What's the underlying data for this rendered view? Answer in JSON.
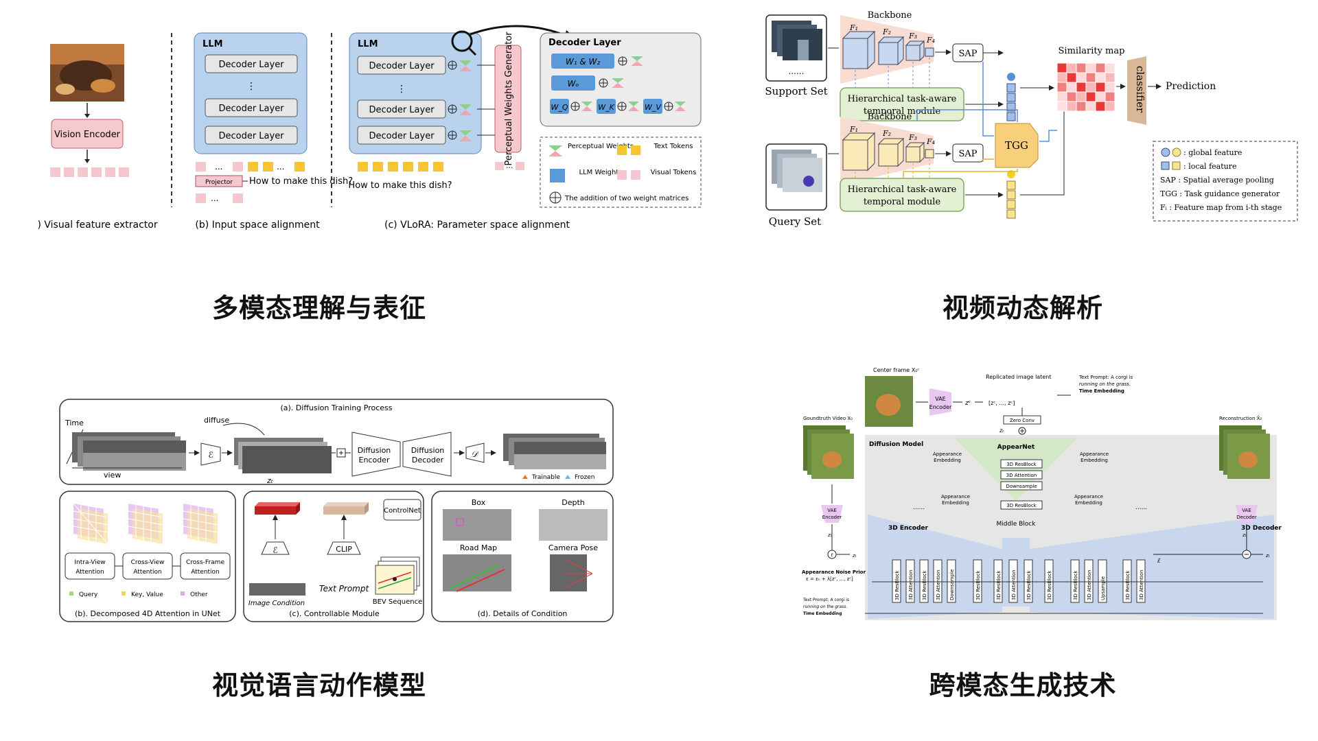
{
  "captions": {
    "top_left": "多模态理解与表征",
    "top_right": "视频动态解析",
    "bottom_left": "视觉语言动作模型",
    "bottom_right": "跨模态生成技术"
  },
  "vlora": {
    "vision_encoder": "Vision Encoder",
    "cap_a": "(a) Visual feature extractor",
    "cap_b": "(b) Input space alignment",
    "cap_c": "(c) VLoRA: Parameter space alignment",
    "llm": "LLM",
    "decoder_layer": "Decoder Layer",
    "ellipsis": "...",
    "vdots": "⋮",
    "projector": "Projector",
    "question_b": "How to make this dish?",
    "question_c": "How to make this dish?",
    "pwg": "Perceptual Weights Generator",
    "w1w2": "W₁ & W₂",
    "wo": "Wₒ",
    "wq": "W_Q",
    "wk": "W_K",
    "wv": "W_V",
    "legend_perceptual": "Perceptual Weights",
    "legend_llm": "LLM Weights",
    "legend_text": "Text Tokens",
    "legend_visual": "Visual Tokens",
    "legend_addition": "The addition of two weight matrices"
  },
  "video": {
    "backbone1": "Backbone",
    "backbone2": "Backbone",
    "f1": "F₁",
    "f2": "F₂",
    "f3": "F₃",
    "f4": "F₄",
    "sap1": "SAP",
    "sap2": "SAP",
    "htm1_l1": "Hierarchical task-aware",
    "htm1_l2": "temporal module",
    "htm2_l1": "Hierarchical task-aware",
    "htm2_l2": "temporal module",
    "support_set": "Support Set",
    "query_set": "Query Set",
    "dots": "......",
    "tgg": "TGG",
    "similarity_map": "Similarity map",
    "classifier": "classifier",
    "prediction": "Prediction",
    "leg_global": ": global feature",
    "leg_local": ": local feature",
    "leg_sap": "SAP : Spatial average pooling",
    "leg_tgg": "TGG : Task guidance generator",
    "leg_fi": "Fᵢ : Feature map from i-th stage"
  },
  "diffusion": {
    "train_title": "(a). Diffusion Training Process",
    "time": "Time",
    "view": "view",
    "diffuse": "diffuse",
    "enc_sym": "ℰ",
    "dec_sym": "𝒟",
    "zt": "zₜ",
    "diff_enc_1": "Diffusion",
    "diff_enc_2": "Encoder",
    "diff_dec_1": "Diffusion",
    "diff_dec_2": "Decoder",
    "trainable": "Trainable",
    "frozen": "Frozen",
    "intra_1": "Intra-View",
    "intra_2": "Attention",
    "cross_1": "Cross-View",
    "cross_2": "Attention",
    "frame_1": "Cross-Frame",
    "frame_2": "Attention",
    "query": "Query",
    "keyvalue": "Key, Value",
    "other": "Other",
    "cap_b": "(b). Decomposed 4D Attention in UNet",
    "clip": "CLIP",
    "controlnet": "ControlNet",
    "text_prompt": "Text Prompt",
    "bev": "BEV Sequence",
    "image_cond": "Image Condition",
    "cap_c": "(c). Controllable Module",
    "box": "Box",
    "depth": "Depth",
    "road_map": "Road Map",
    "camera_pose": "Camera Pose",
    "cap_d": "(d). Details of Condition"
  },
  "gen": {
    "center_frame": "Center frame X₀ᶜ",
    "vae_enc_1": "VAE",
    "vae_enc_2": "Encoder",
    "zc": "zᶜ",
    "replicated": "Replicated image latent",
    "replicated_val": "[zᶜ, ..., zᶜ]",
    "text_prompt_a": "Text Prompt: A corgi is",
    "text_prompt_b": "running on the grass.",
    "time_emb": "Time Embedding",
    "gt_video": "Goundtruth Video X₀",
    "reconstruction": "Reconstruction X̂₀",
    "zero_conv": "Zero Conv",
    "diffusion_model": "Diffusion Model",
    "appearnet": "AppearNet",
    "app_emb_1": "Appearance",
    "app_emb_2": "Embedding",
    "resblock": "3D ResBlock",
    "attention": "3D Attention",
    "downsample": "Downsample",
    "upsample": "Upsample",
    "middle_block": "Middle Block",
    "enc3d": "3D Encoder",
    "dec3d": "3D Decoder",
    "dots": "......",
    "z0": "z₀",
    "zt": "zₜ",
    "t": "t",
    "eps_hat": "ε̂",
    "appearance_prior": "Appearance Noise Prior",
    "prior_eq": "ε = εₙ + λ[zᶜ, ..., zᶜ]",
    "bottom_text_a": "Text Prompt: A corgi is",
    "bottom_text_b": "running on the grass.",
    "bottom_time": "Time Embedding",
    "vae_dec_1": "VAE",
    "vae_dec_2": "Decoder"
  }
}
